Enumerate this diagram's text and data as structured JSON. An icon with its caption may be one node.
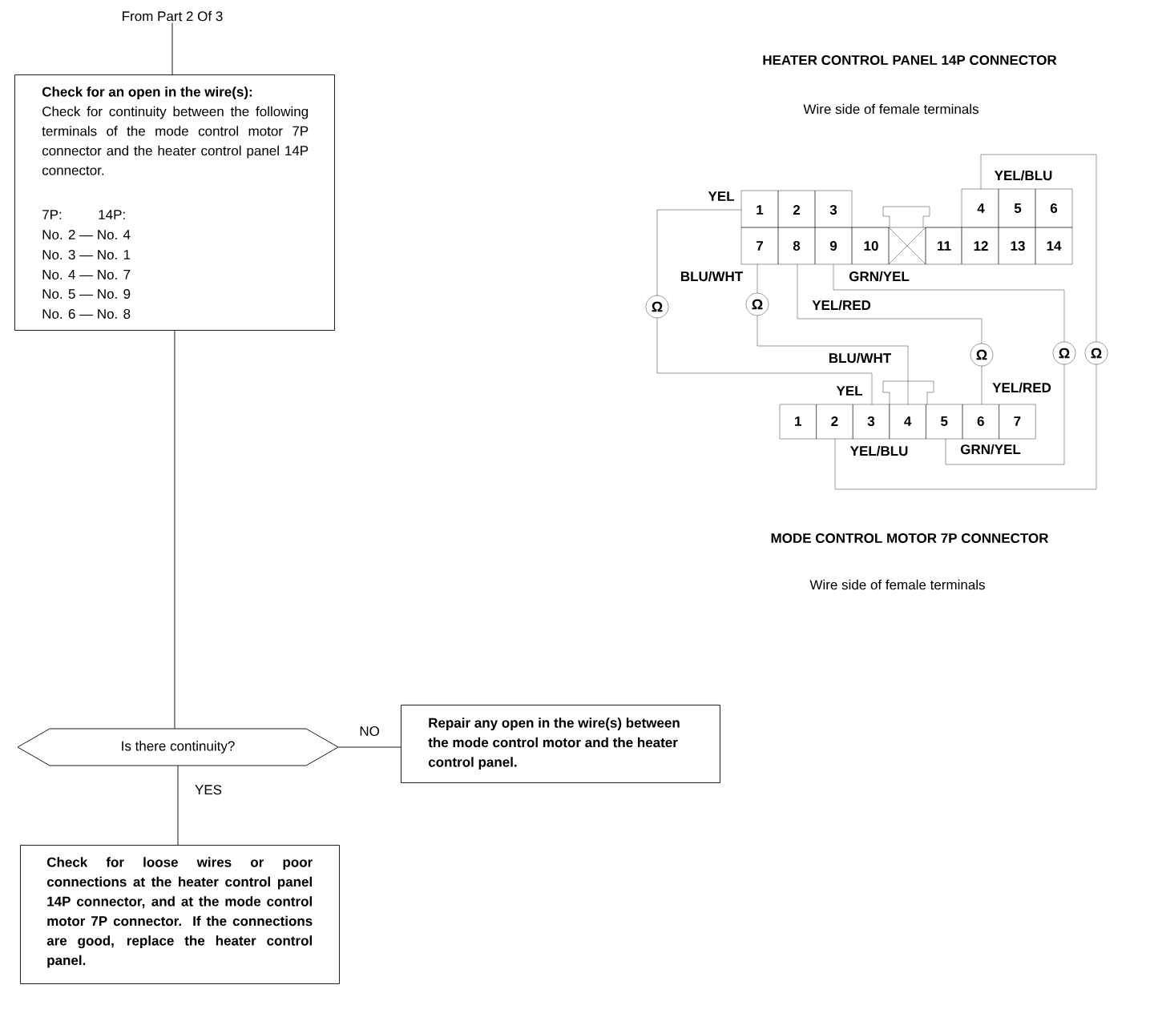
{
  "diagram": {
    "nodes": [
      {
        "text": [
          "From Part 2 Of 3"
        ]
      },
      {
        "text": [
          "Check for an open in the wire(s):",
          "Check for continuity between the following terminals of the mode control motor 7P connector and the heater control panel 14P connector.",
          "7P:",
          "14P:",
          "No. 2 — No. 4",
          "No. 3 — No. 1",
          "No. 4 — No. 7",
          "No. 5 — No. 9",
          "No. 6 — No. 8"
        ]
      },
      {
        "text": [
          "Is there continuity?"
        ]
      },
      {
        "text": [
          "Repair any open in the wire(s) between the mode control motor and the heater control panel."
        ]
      },
      {
        "text": [
          "Check for loose wires or poor connections at the heater control panel 14P connector, and at the mode control motor 7P connector. If the connections are good, replace the heater control panel."
        ]
      }
    ],
    "edges": [
      {
        "from": 0,
        "to": 1,
        "arrow": "none"
      },
      {
        "from": 1,
        "to": 2,
        "arrow": "none"
      },
      {
        "from": 2,
        "to": 3,
        "arrow": "none",
        "label": "NO"
      },
      {
        "from": 2,
        "to": 4,
        "arrow": "none",
        "label": "YES"
      }
    ],
    "labels": [
      "HEATER CONTROL PANEL 14P CONNECTOR",
      "Wire side of female terminals",
      "YEL/BLU",
      "YEL",
      "1",
      "2",
      "3",
      "4",
      "5",
      "6",
      "7",
      "8",
      "9",
      "10",
      "11",
      "12",
      "13",
      "14",
      "BLU/WHT",
      "GRN/YEL",
      "Ω",
      "Ω",
      "YEL/RED",
      "BLU/WHT",
      "Ω",
      "Ω",
      "Ω",
      "YEL",
      "YEL/RED",
      "1",
      "2",
      "3",
      "4",
      "5",
      "6",
      "7",
      "YEL/BLU",
      "GRN/YEL",
      "MODE CONTROL MOTOR 7P CONNECTOR",
      "Wire side of female terminals"
    ]
  }
}
